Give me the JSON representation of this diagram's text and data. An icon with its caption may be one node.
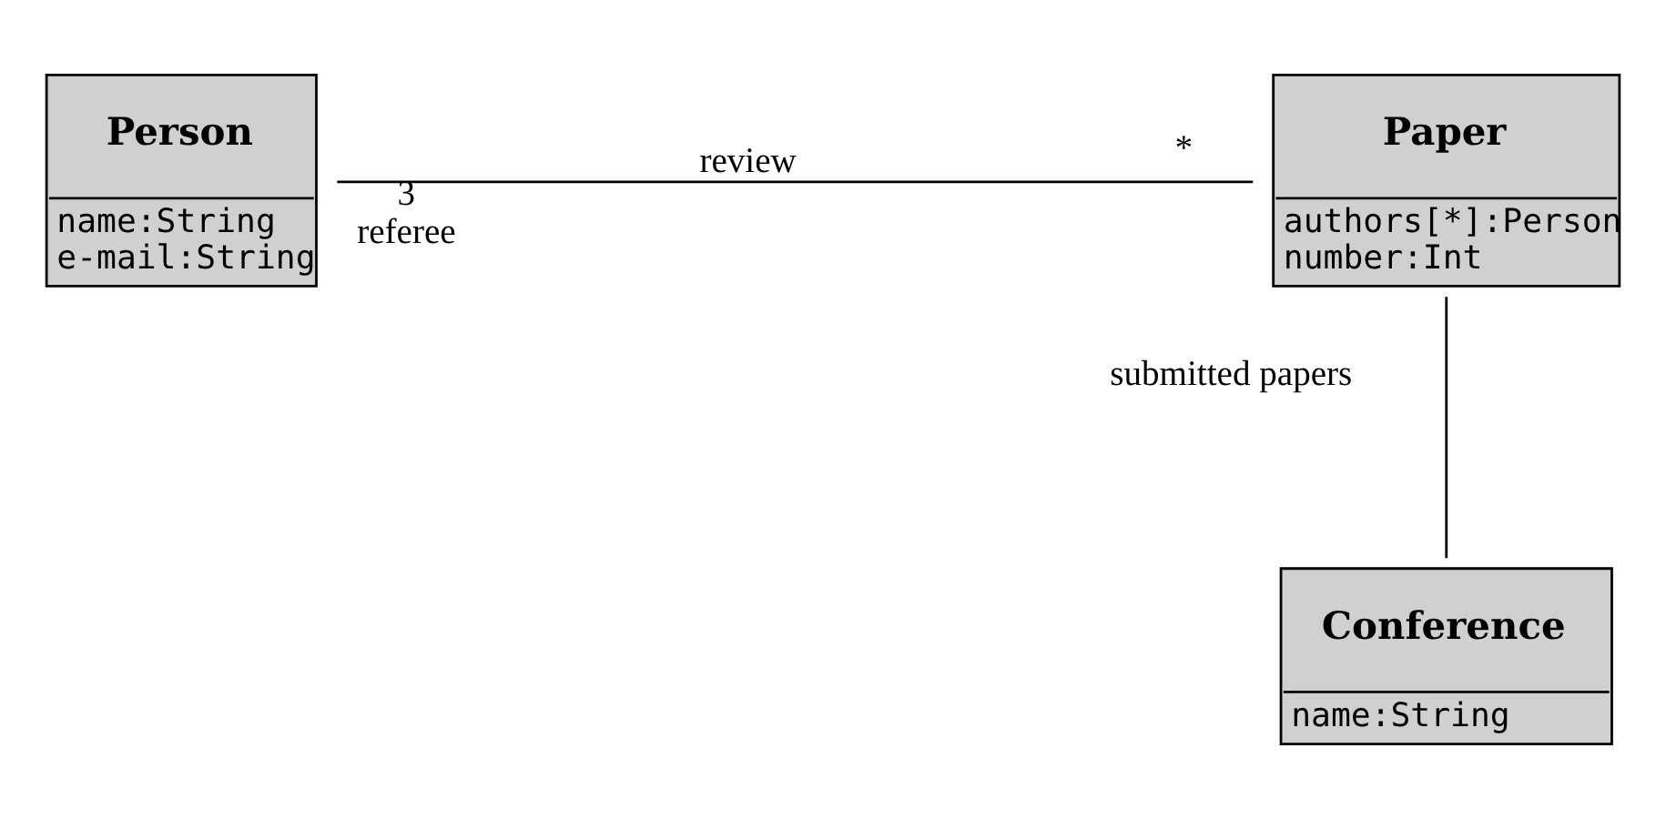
{
  "diagram": {
    "nodes": [
      {
        "text": [
          "Person",
          "name:String",
          "e-mail:String"
        ]
      },
      {
        "text": [
          "Paper",
          "authors[*]:Person",
          "number:Int"
        ]
      },
      {
        "text": [
          "Conference",
          "name:String"
        ]
      }
    ],
    "edges": [
      {
        "from": 0,
        "to": 1,
        "arrow": "none",
        "label": "review"
      },
      {
        "from": 1,
        "to": 2,
        "arrow": "none"
      }
    ],
    "labels": [
      "3",
      "referee",
      "*",
      "submitted papers"
    ]
  }
}
